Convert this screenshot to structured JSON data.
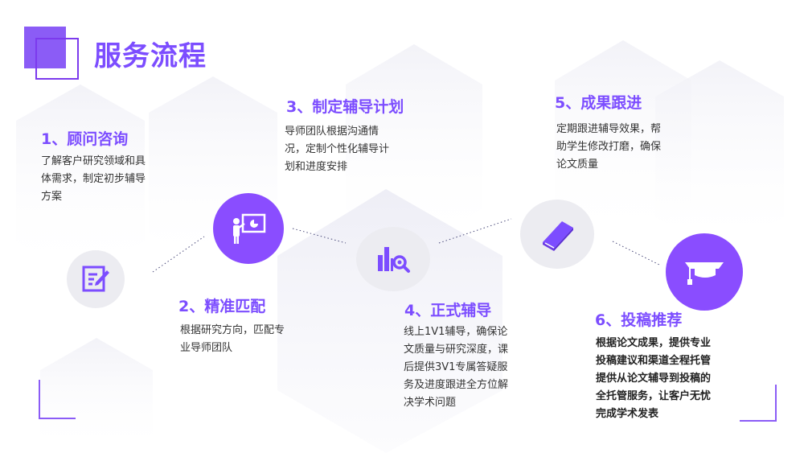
{
  "header": {
    "title": "服务流程"
  },
  "colors": {
    "accent": "#7c4dff",
    "circle_purple": "#8a4dff",
    "circle_gray": "#ececf1"
  },
  "steps": [
    {
      "title": "1、顾问咨询",
      "desc": [
        "了解客户研究领域和具",
        "体需求，制定初步辅导",
        "方案"
      ],
      "icon": "edit-icon"
    },
    {
      "title": "2、精准匹配",
      "desc": [
        "根据研究方向，匹配专",
        "业导师团队"
      ],
      "icon": "presentation-icon"
    },
    {
      "title": "3、制定辅导计划",
      "desc": [
        "导师团队根据沟通情",
        "况，定制个性化辅导计",
        "划和进度安排"
      ],
      "icon": "chart-search-icon"
    },
    {
      "title": "4、正式辅导",
      "desc": [
        "线上1V1辅导，确保论",
        "文质量与研究深度，课",
        "后提供3V1专属答疑服",
        "务及进度跟进全方位解",
        "决学术问题"
      ],
      "icon": "book-icon"
    },
    {
      "title": "5、成果跟进",
      "desc": [
        "定期跟进辅导效果，帮",
        "助学生修改打磨，确保",
        "论文质量"
      ],
      "icon": "book-icon"
    },
    {
      "title": "6、投稿推荐",
      "desc": [
        "根据论文成果，提供专业",
        "投稿建议和渠道全程托管",
        "提供从论文辅导到投稿的",
        "全托管服务，让客户无忧",
        "完成学术发表"
      ],
      "icon": "graduation-cap-icon"
    }
  ]
}
